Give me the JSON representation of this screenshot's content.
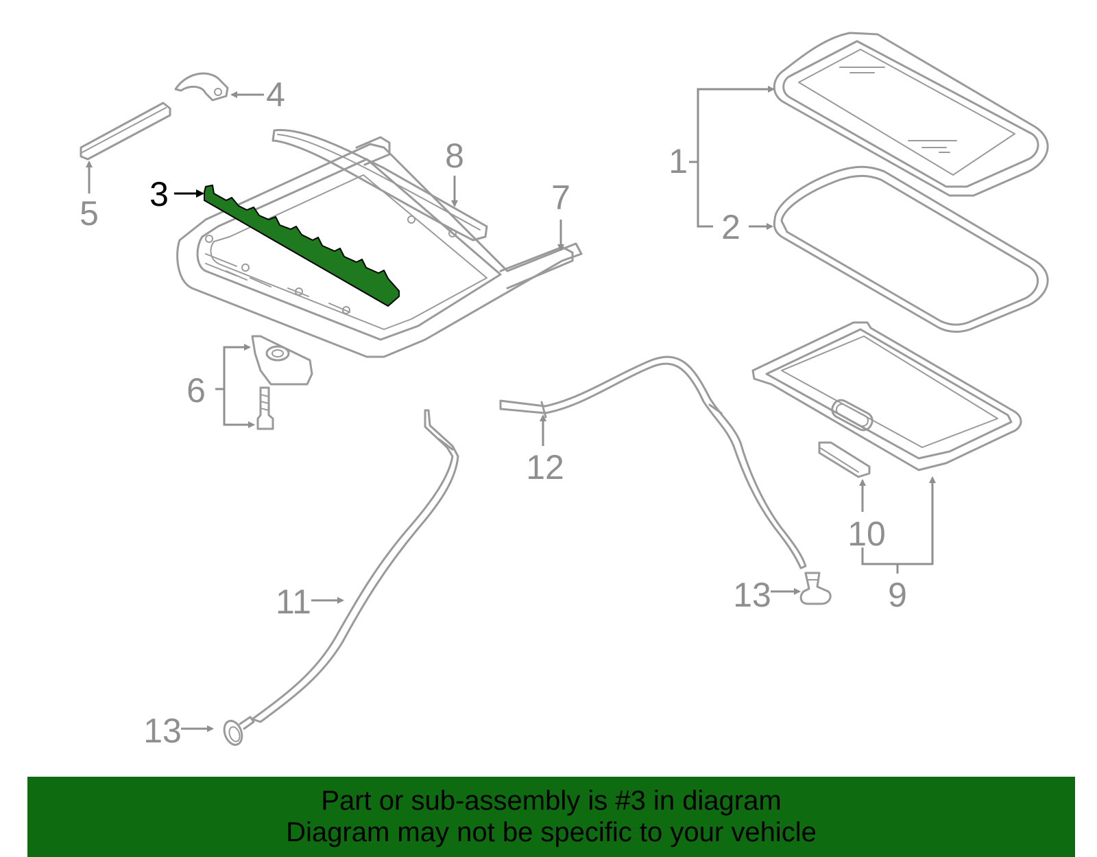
{
  "callouts": {
    "c1": "1",
    "c2": "2",
    "c3": "3",
    "c4": "4",
    "c5": "5",
    "c6": "6",
    "c7": "7",
    "c8": "8",
    "c9": "9",
    "c10": "10",
    "c11": "11",
    "c12": "12",
    "c13a": "13",
    "c13b": "13"
  },
  "highlight_color": "#1f7a1f",
  "banner": {
    "line1": "Part or sub-assembly is #3 in diagram",
    "line2": "Diagram may not be specific to your vehicle"
  }
}
